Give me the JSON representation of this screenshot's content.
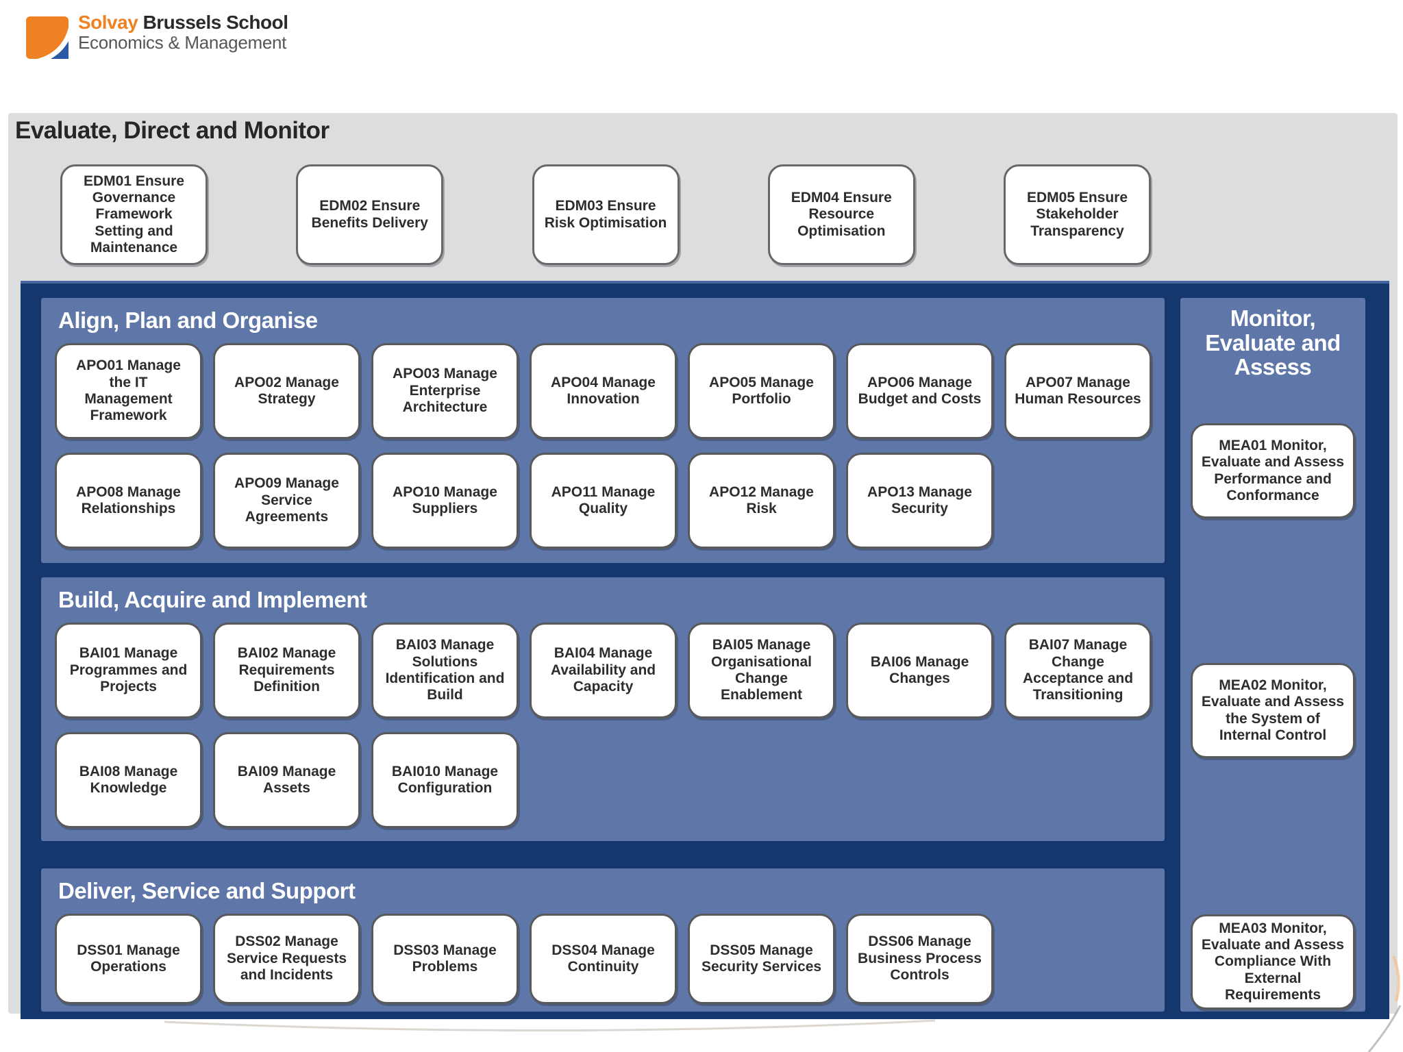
{
  "logo": {
    "brand": "Solvay",
    "school": "Brussels School",
    "faculty": "Economics & Management"
  },
  "colors": {
    "navy_container": "#14386d",
    "panel_blue": "#5e76a8",
    "gray_band": "#dcdddf",
    "box_border": "#58595b",
    "logo_orange": "#ee8222",
    "logo_blue": "#2b5aa5"
  },
  "sections": {
    "edm": {
      "title": "Evaluate, Direct and Monitor",
      "boxes": [
        {
          "code": "EDM01",
          "label": "Ensure Governance Framework Setting and Maintenance"
        },
        {
          "code": "EDM02",
          "label": "Ensure Benefits Delivery"
        },
        {
          "code": "EDM03",
          "label": "Ensure Risk Optimisation"
        },
        {
          "code": "EDM04",
          "label": "Ensure Resource Optimisation"
        },
        {
          "code": "EDM05",
          "label": "Ensure Stakeholder Transparency"
        }
      ]
    },
    "apo": {
      "title": "Align, Plan and Organise",
      "rows": [
        [
          {
            "code": "APO01",
            "label": "Manage the IT Management Framework"
          },
          {
            "code": "APO02",
            "label": "Manage Strategy"
          },
          {
            "code": "APO03",
            "label": "Manage Enterprise Architecture"
          },
          {
            "code": "APO04",
            "label": "Manage Innovation"
          },
          {
            "code": "APO05",
            "label": "Manage Portfolio"
          },
          {
            "code": "APO06",
            "label": "Manage Budget and Costs"
          },
          {
            "code": "APO07",
            "label": "Manage Human Resources"
          }
        ],
        [
          {
            "code": "APO08",
            "label": "Manage Relationships"
          },
          {
            "code": "APO09",
            "label": "Manage Service Agreements"
          },
          {
            "code": "APO10",
            "label": "Manage Suppliers"
          },
          {
            "code": "APO11",
            "label": "Manage Quality"
          },
          {
            "code": "APO12",
            "label": "Manage Risk"
          },
          {
            "code": "APO13",
            "label": "Manage Security"
          }
        ]
      ]
    },
    "bai": {
      "title": "Build, Acquire and Implement",
      "rows": [
        [
          {
            "code": "BAI01",
            "label": "Manage Programmes and Projects"
          },
          {
            "code": "BAI02",
            "label": "Manage Requirements Definition"
          },
          {
            "code": "BAI03",
            "label": "Manage Solutions Identification and Build"
          },
          {
            "code": "BAI04",
            "label": "Manage Availability and Capacity"
          },
          {
            "code": "BAI05",
            "label": "Manage Organisational Change Enablement"
          },
          {
            "code": "BAI06",
            "label": "Manage Changes"
          },
          {
            "code": "BAI07",
            "label": "Manage Change Acceptance and Transitioning"
          }
        ],
        [
          {
            "code": "BAI08",
            "label": "Manage Knowledge"
          },
          {
            "code": "BAI09",
            "label": "Manage Assets"
          },
          {
            "code": "BAI010",
            "label": "Manage Configuration"
          }
        ]
      ]
    },
    "dss": {
      "title": "Deliver, Service and Support",
      "rows": [
        [
          {
            "code": "DSS01",
            "label": "Manage Operations"
          },
          {
            "code": "DSS02",
            "label": "Manage Service Requests and Incidents"
          },
          {
            "code": "DSS03",
            "label": "Manage Problems"
          },
          {
            "code": "DSS04",
            "label": "Manage Continuity"
          },
          {
            "code": "DSS05",
            "label": "Manage Security Services"
          },
          {
            "code": "DSS06",
            "label": "Manage Business Process Controls"
          }
        ]
      ]
    },
    "mea": {
      "title": "Monitor, Evaluate and Assess",
      "boxes": [
        {
          "code": "MEA01",
          "label": "Monitor, Evaluate and Assess Performance and Conformance"
        },
        {
          "code": "MEA02",
          "label": "Monitor, Evaluate and Assess the System of Internal Control"
        },
        {
          "code": "MEA03",
          "label": "Monitor, Evaluate and Assess Compliance With External Requirements"
        }
      ]
    }
  }
}
